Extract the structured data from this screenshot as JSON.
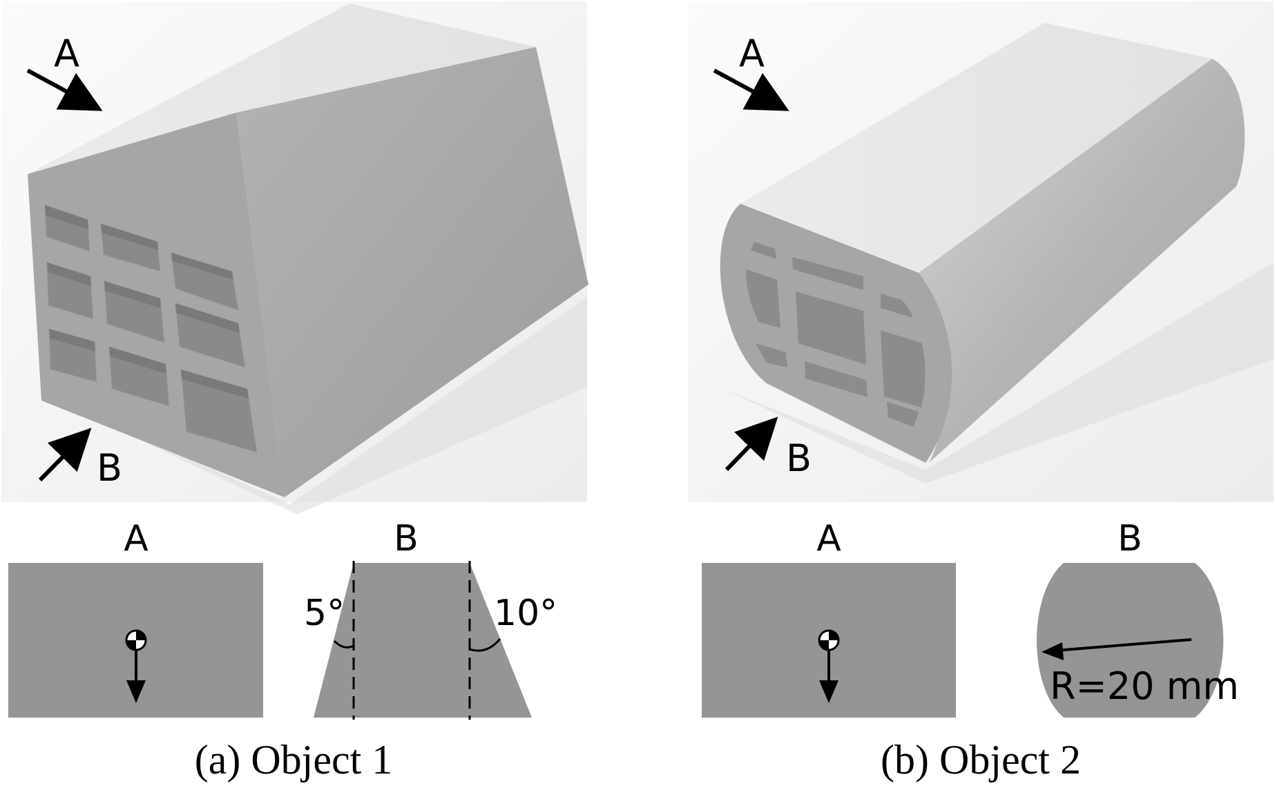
{
  "panels": [
    {
      "caption": "(a) Object 1",
      "view_arrow_labels": {
        "a": "A",
        "b": "B"
      },
      "views": {
        "a": {
          "label": "A"
        },
        "b": {
          "label": "B",
          "left_angle": "5°",
          "right_angle": "10°"
        }
      }
    },
    {
      "caption": "(b) Object 2",
      "view_arrow_labels": {
        "a": "A",
        "b": "B"
      },
      "views": {
        "a": {
          "label": "A"
        },
        "b": {
          "label": "B",
          "radius_label": "R=20 mm"
        }
      }
    }
  ],
  "colors": {
    "face_dark": "#8f8f8f",
    "face_mid": "#a4a4a4",
    "face_light": "#e9e9e9",
    "hole": "#7c7c7c",
    "section_fill": "#959595",
    "ink": "#000000",
    "render_bg": "#f2f2f2"
  }
}
